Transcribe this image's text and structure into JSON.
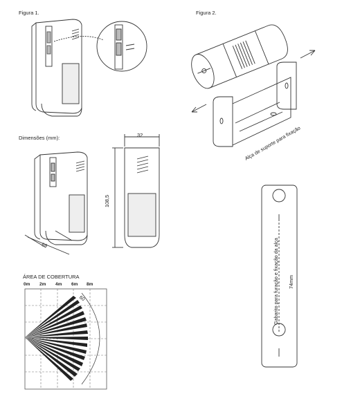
{
  "labels": {
    "fig1": "Figura 1.",
    "fig2": "Figura 2.",
    "dimensions": "Dimensões (mm):",
    "coverage": "ÁREA DE COBERTURA",
    "bracket": "Alça de suporte para fixação",
    "template": "Gabarito para furação e fixação da alça",
    "template_size": "74mm"
  },
  "dimensions": {
    "width": "32",
    "height": "108,5",
    "depth": "69"
  },
  "coverage": {
    "scale_ticks": [
      "0m",
      "2m",
      "4m",
      "6m",
      "8m"
    ],
    "angle": "60"
  }
}
